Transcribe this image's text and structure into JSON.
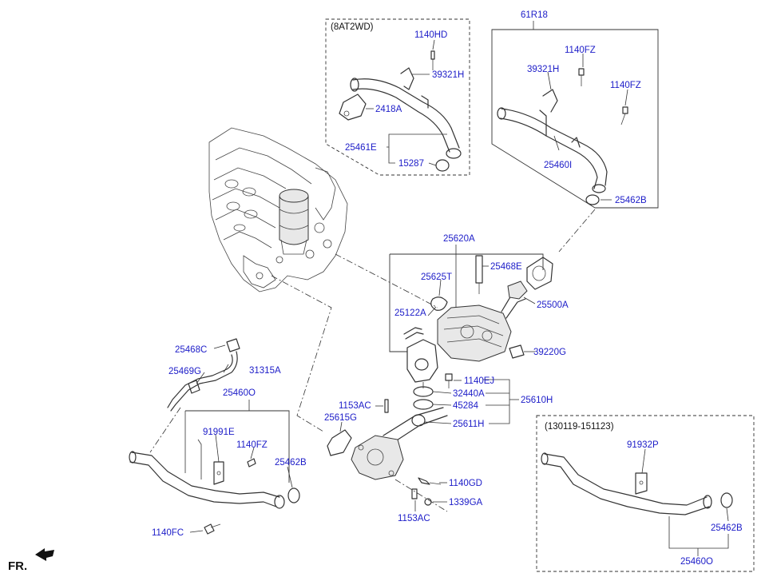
{
  "groups": {
    "variant_8at2wd": "(8AT2WD)",
    "variant_date": "(130119-151123)",
    "group_61r18": "61R18",
    "group_25620a": "25620A",
    "group_25610h": "25610H",
    "group_25460o_top": "25460O",
    "group_25460o_bottom": "25460O"
  },
  "labels": {
    "l_1140hd": "1140HD",
    "l_39321h_a": "39321H",
    "l_2418a": "2418A",
    "l_25461e": "25461E",
    "l_15287": "15287",
    "l_1140fz_a": "1140FZ",
    "l_39321h_b": "39321H",
    "l_1140fz_b": "1140FZ",
    "l_25460i": "25460I",
    "l_25462b_a": "25462B",
    "l_25468e": "25468E",
    "l_25625t": "25625T",
    "l_25500a": "25500A",
    "l_25122a": "25122A",
    "l_39220g": "39220G",
    "l_1140ej": "1140EJ",
    "l_32440a": "32440A",
    "l_45284": "45284",
    "l_25611h": "25611H",
    "l_25468c": "25468C",
    "l_25469g": "25469G",
    "l_31315a": "31315A",
    "l_91991e": "91991E",
    "l_1140fz_c": "1140FZ",
    "l_25462b_b": "25462B",
    "l_1140fc": "1140FC",
    "l_1153ac_a": "1153AC",
    "l_25615g": "25615G",
    "l_1140gd": "1140GD",
    "l_1339ga": "1339GA",
    "l_1153ac_b": "1153AC",
    "l_91932p": "91932P",
    "l_25462b_c": "25462B"
  },
  "front_marker": "FR.",
  "colors": {
    "label": "#1c1cc8",
    "line": "#333333"
  }
}
